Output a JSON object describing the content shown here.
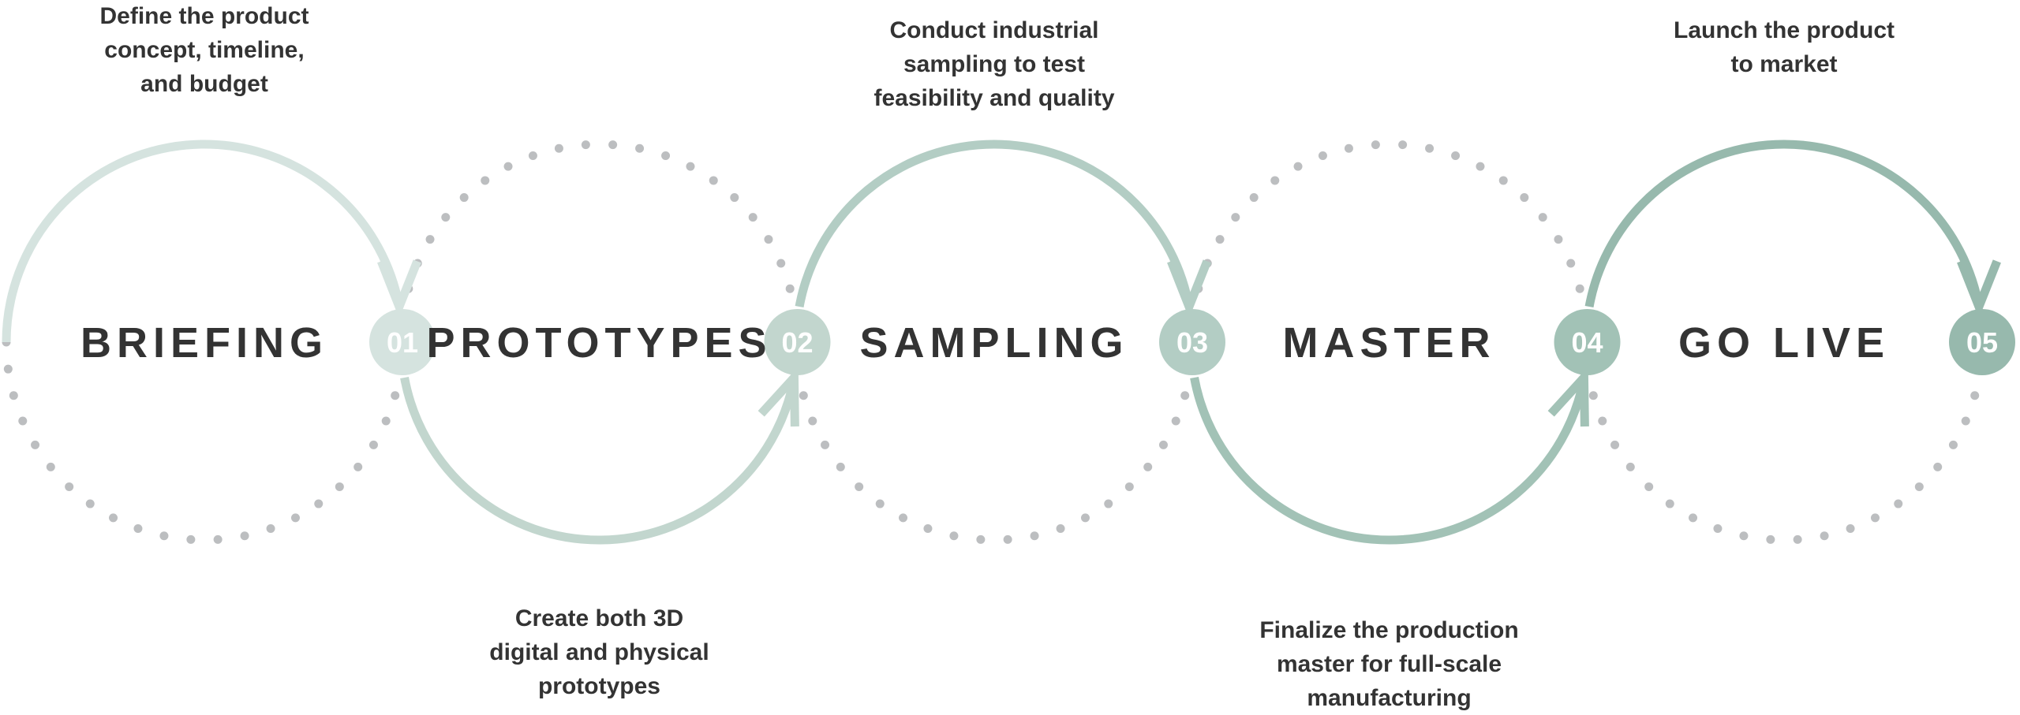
{
  "stages": [
    {
      "number": "01",
      "name": "BRIEFING",
      "caption": [
        "Define the product",
        "concept, timeline,",
        "and budget"
      ],
      "color": "#d5e3df",
      "caption_position": "top"
    },
    {
      "number": "02",
      "name": "PROTOTYPES",
      "caption": [
        "Create both 3D",
        "digital and physical",
        "prototypes"
      ],
      "color": "#c2d6ce",
      "caption_position": "bottom"
    },
    {
      "number": "03",
      "name": "SAMPLING",
      "caption": [
        "Conduct industrial",
        "sampling to test",
        "feasibility and quality"
      ],
      "color": "#b3cdc4",
      "caption_position": "top"
    },
    {
      "number": "04",
      "name": "MASTER",
      "caption": [
        "Finalize the production",
        "master for full-scale",
        "manufacturing"
      ],
      "color": "#a2c2b6",
      "caption_position": "bottom"
    },
    {
      "number": "05",
      "name": "GO LIVE",
      "caption": [
        "Launch the product",
        "to market"
      ],
      "color": "#97b9ad",
      "caption_position": "top"
    }
  ],
  "colors": {
    "dots": "#bcbec0",
    "text": "#333333",
    "badge_text": "#ffffff"
  }
}
